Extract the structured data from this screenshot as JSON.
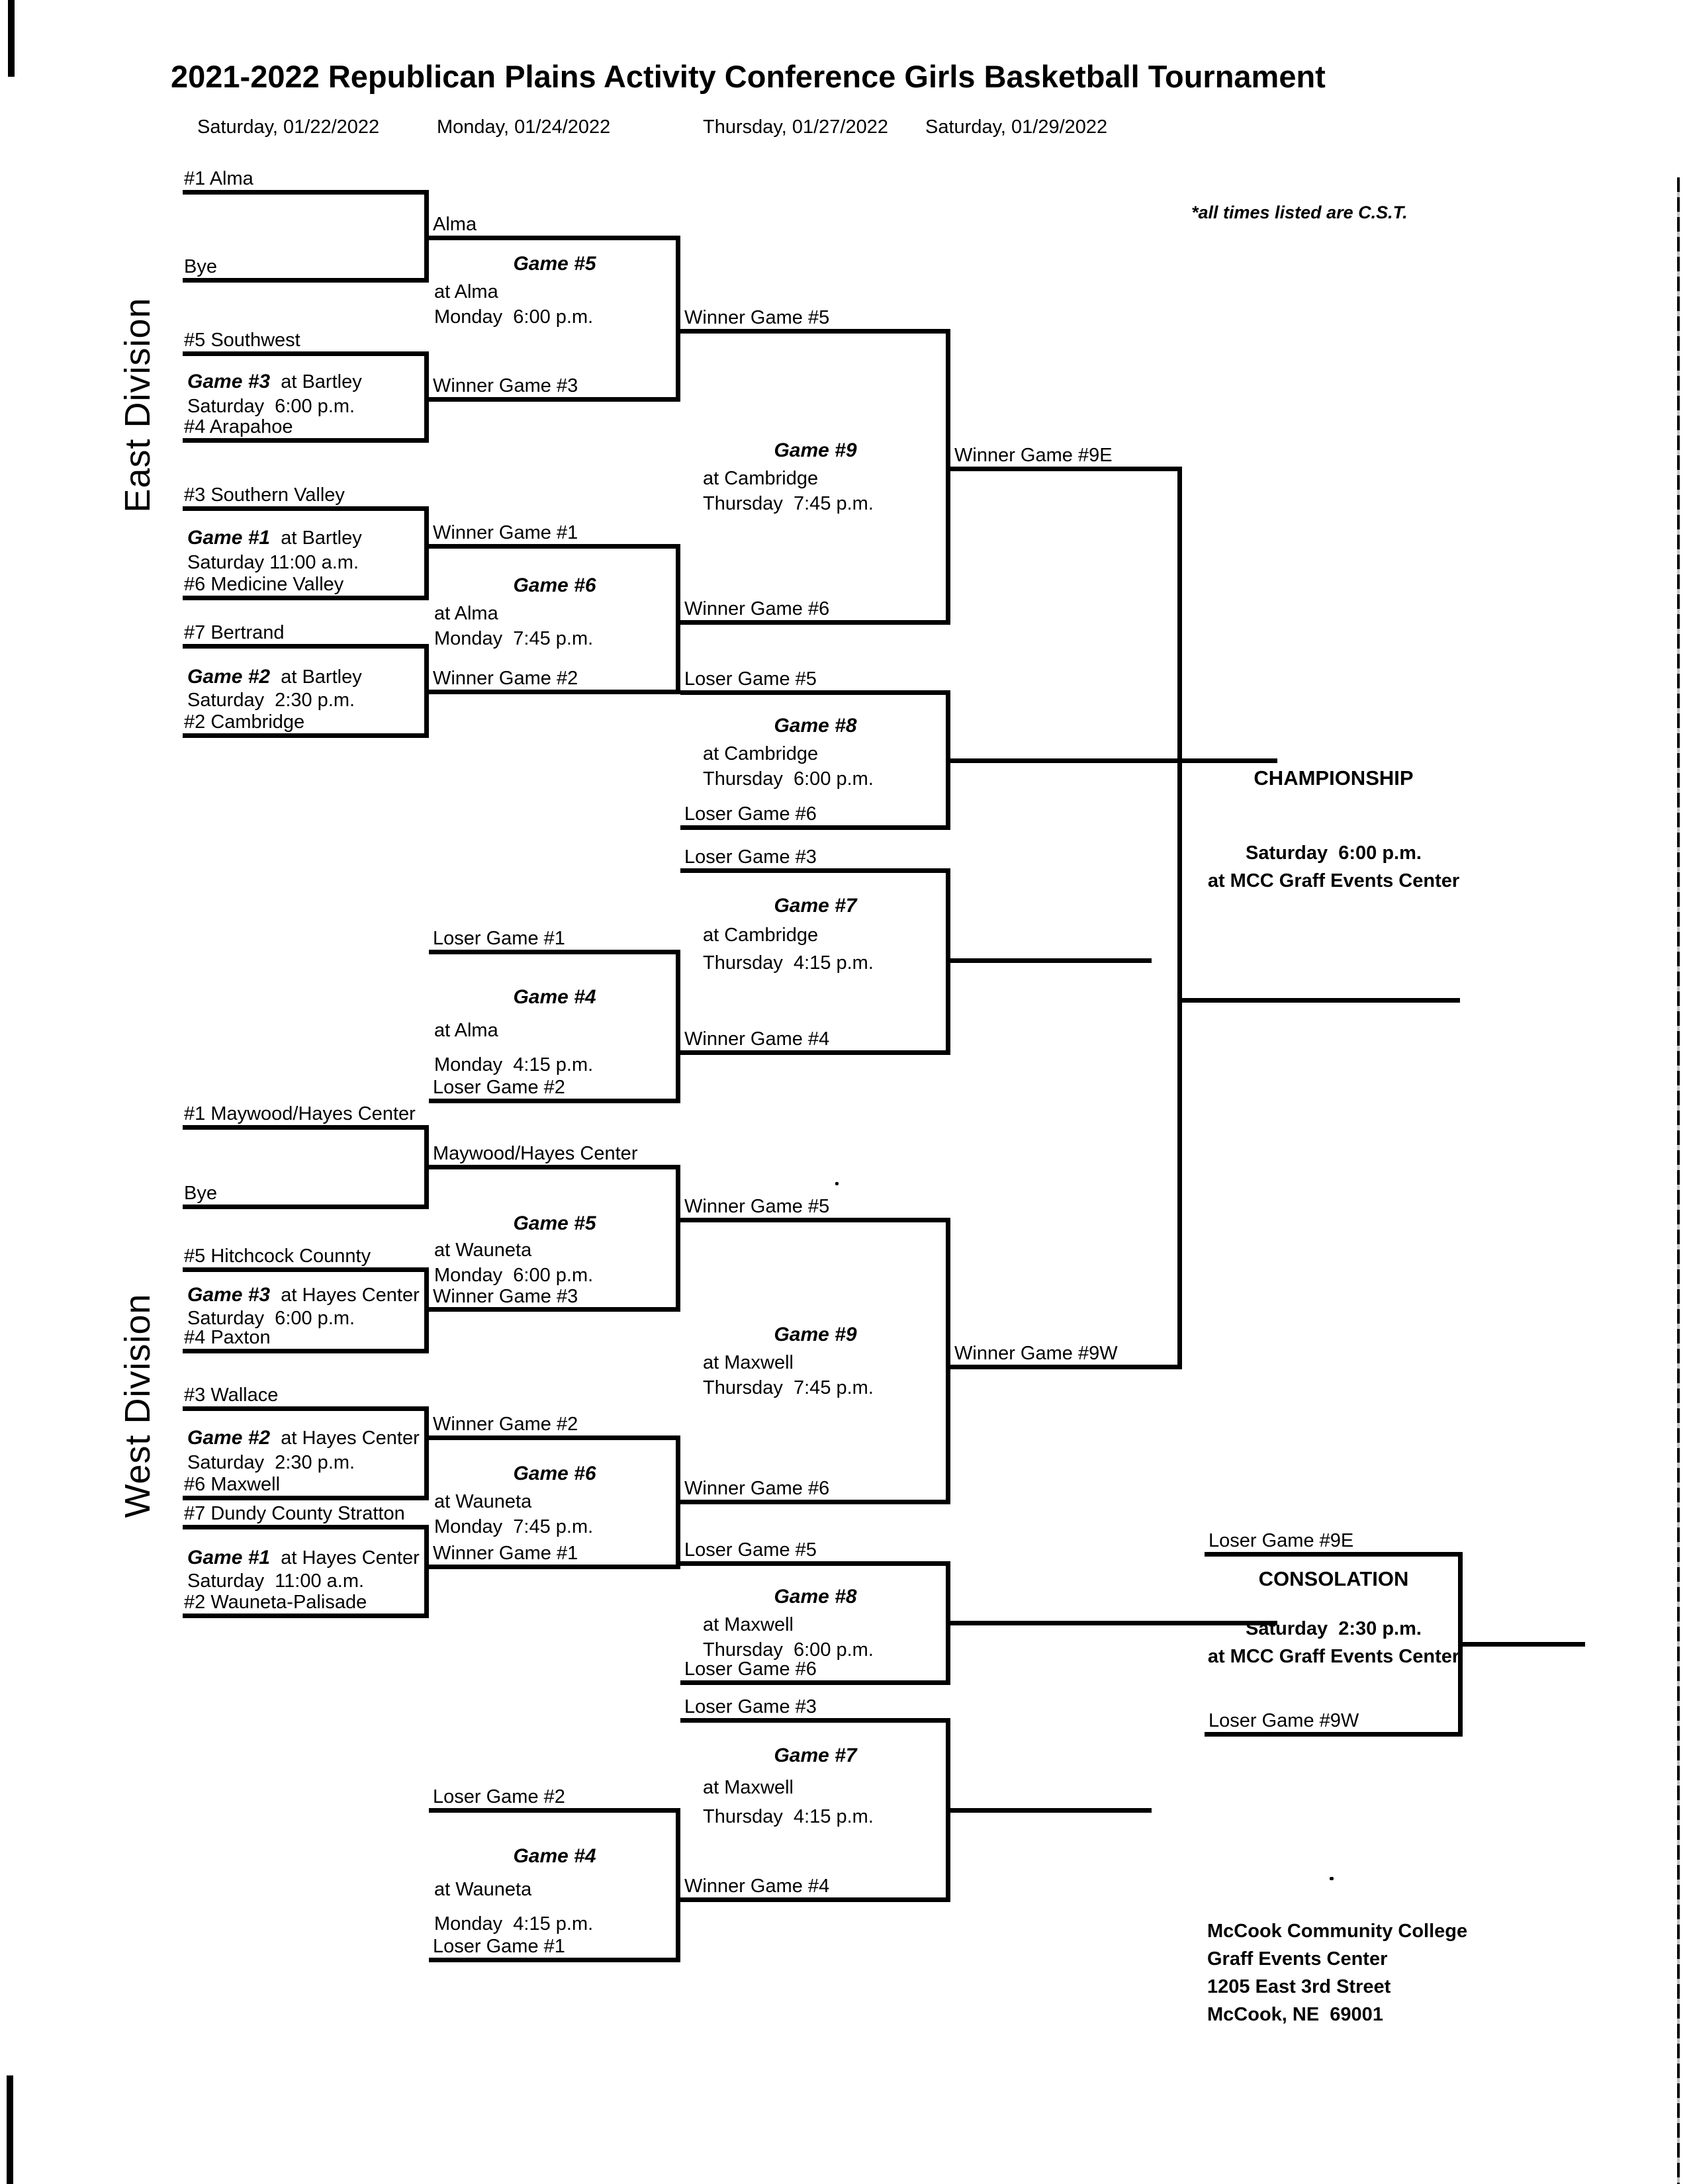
{
  "header": {
    "title": "2021-2022 Republican Plains Activity Conference Girls Basketball Tournament",
    "dates": [
      "Saturday, 01/22/2022",
      "Monday, 01/24/2022",
      "Thursday, 01/27/2022",
      "Saturday, 01/29/2022"
    ],
    "note": "*all times listed are C.S.T."
  },
  "east": {
    "label": "East Division",
    "slots": {
      "seed1": "#1 Alma",
      "bye": "Bye",
      "seed1_advance": "Alma",
      "southwest": "#5 Southwest",
      "arapahoe": "#4 Arapahoe",
      "southern_valley": "#3 Southern Valley",
      "medicine_valley": "#6 Medicine Valley",
      "bertrand": "#7 Bertrand",
      "cambridge": "#2 Cambridge",
      "wg1": "Winner Game #1",
      "wg2": "Winner Game #2",
      "wg3": "Winner Game #3",
      "wg4": "Winner Game #4",
      "wg5": "Winner Game #5",
      "wg6": "Winner Game #6",
      "w9e": "Winner Game #9E",
      "lg1": "Loser Game #1",
      "lg2": "Loser Game #2",
      "lg3": "Loser Game #3",
      "lg5": "Loser Game #5",
      "lg6": "Loser Game #6"
    },
    "games": {
      "g1": {
        "name": "Game #1",
        "venue": "at Bartley",
        "time": "Saturday 11:00 a.m."
      },
      "g2": {
        "name": "Game #2",
        "venue": "at Bartley",
        "time": "Saturday  2:30 p.m."
      },
      "g3": {
        "name": "Game #3",
        "venue": "at Bartley",
        "time": "Saturday  6:00 p.m."
      },
      "g4": {
        "name": "Game #4",
        "venue": "at Alma",
        "time": "Monday  4:15 p.m."
      },
      "g5": {
        "name": "Game #5",
        "venue": "at Alma",
        "time": "Monday  6:00 p.m."
      },
      "g6": {
        "name": "Game #6",
        "venue": "at Alma",
        "time": "Monday  7:45 p.m."
      },
      "g7": {
        "name": "Game #7",
        "venue": "at Cambridge",
        "time": "Thursday  4:15 p.m."
      },
      "g8": {
        "name": "Game #8",
        "venue": "at Cambridge",
        "time": "Thursday  6:00 p.m."
      },
      "g9": {
        "name": "Game #9",
        "venue": "at Cambridge",
        "time": "Thursday  7:45 p.m."
      }
    }
  },
  "west": {
    "label": "West Division",
    "slots": {
      "seed1": "#1 Maywood/Hayes Center",
      "bye": "Bye",
      "seed1_advance": "Maywood/Hayes Center",
      "hitchcock": "#5 Hitchcock Counnty",
      "paxton": "#4 Paxton",
      "wallace": "#3 Wallace",
      "maxwell": "#6 Maxwell",
      "dundy": "#7 Dundy County Stratton",
      "wauneta_palisade": "#2 Wauneta-Palisade",
      "wg1": "Winner Game #1",
      "wg2": "Winner Game #2",
      "wg3": "Winner Game #3",
      "wg4": "Winner Game #4",
      "wg5": "Winner Game #5",
      "wg6": "Winner Game #6",
      "w9w": "Winner Game #9W",
      "lg1": "Loser Game #1",
      "lg2": "Loser Game #2",
      "lg3": "Loser Game #3",
      "lg5": "Loser Game #5",
      "lg6": "Loser Game #6"
    },
    "games": {
      "g1": {
        "name": "Game #1",
        "venue": "at Hayes Center",
        "time": "Saturday  11:00 a.m."
      },
      "g2": {
        "name": "Game #2",
        "venue": "at Hayes Center",
        "time": "Saturday  2:30 p.m."
      },
      "g3": {
        "name": "Game #3",
        "venue": "at Hayes Center",
        "time": "Saturday  6:00 p.m."
      },
      "g4": {
        "name": "Game #4",
        "venue": "at Wauneta",
        "time": "Monday  4:15 p.m."
      },
      "g5": {
        "name": "Game #5",
        "venue": "at Wauneta",
        "time": "Monday  6:00 p.m."
      },
      "g6": {
        "name": "Game #6",
        "venue": "at Wauneta",
        "time": "Monday  7:45 p.m."
      },
      "g7": {
        "name": "Game #7",
        "venue": "at Maxwell",
        "time": "Thursday  4:15 p.m."
      },
      "g8": {
        "name": "Game #8",
        "venue": "at Maxwell",
        "time": "Thursday  6:00 p.m."
      },
      "g9": {
        "name": "Game #9",
        "venue": "at Maxwell",
        "time": "Thursday  7:45 p.m."
      }
    }
  },
  "championship": {
    "label": "CHAMPIONSHIP",
    "time": "Saturday  6:00 p.m.",
    "venue": "at MCC Graff Events Center"
  },
  "consolation": {
    "label": "CONSOLATION",
    "time": "Saturday  2:30 p.m.",
    "venue": "at MCC Graff Events Center",
    "top": "Loser Game #9E",
    "bottom": "Loser Game #9W"
  },
  "venue_footer": {
    "line1": "McCook Community College",
    "line2": "Graff Events Center",
    "line3": "1205 East 3rd Street",
    "line4": "McCook, NE  69001"
  }
}
